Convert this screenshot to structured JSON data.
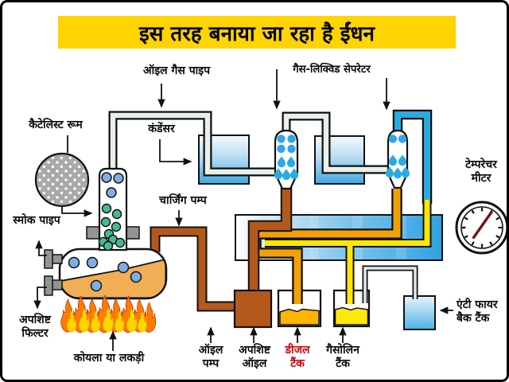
{
  "title": "इस तरह बनाया जा रहा है ईंधन",
  "labels": {
    "oil_gas_pipe": "ऑइल गैस पाइप",
    "gas_liquid_separator": "गैस-लिक्विड सेपरेटर",
    "catalyst_room": "कैटेलिस्ट रूम",
    "condenser": "कंडेंसर",
    "smoke_pipe": "स्मोक पाइप",
    "charging_pump": "चार्जिंग पम्प",
    "waste_filter": [
      "अपशिष्ट",
      "फिल्टर"
    ],
    "coal_or_wood": "कोयला या लकड़ी",
    "oil_pump": [
      "ऑइल",
      "पम्प"
    ],
    "waste_oil": [
      "अपशिष्ट",
      "ऑइल"
    ],
    "diesel_tank": [
      "डीजल",
      "टैंक"
    ],
    "gasoline_tank": [
      "गैसोलिन",
      "टैंक"
    ],
    "temperature_meter": [
      "टेम्परेचर",
      "मीटर"
    ],
    "anti_fire_back_tank": [
      "एंटी फायर",
      "बैक टैंक"
    ]
  },
  "colors": {
    "banner_yellow": "#FFD400",
    "diesel_label_red": "#D6000D",
    "brown_pipe": "#B4591B",
    "orange_pipe": "#F2A007",
    "yellow_pipe": "#FFE603",
    "blue_pipe": "#29ABE2",
    "pale_gas_pipe": "#E7F0EA",
    "cooling_water": "#38A8E4",
    "boiler_liquid": "#F2AE55",
    "diesel_liquid": "#FFB400",
    "gasoline_liquid": "#FCE90A",
    "flame_orange": "#FF7B00",
    "flame_yellow": "#FFD400",
    "catalyst_gray": "#A9A9A9",
    "needle_maroon": "#7A1212"
  }
}
